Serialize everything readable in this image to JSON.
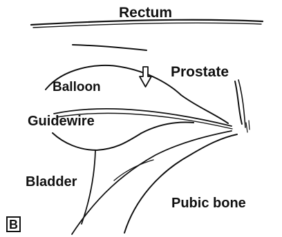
{
  "labels": {
    "rectum": "Rectum",
    "prostate": "Prostate",
    "balloon": "Balloon",
    "guidewire": "Guidewire",
    "bladder": "Bladder",
    "pubic_bone": "Pubic bone",
    "panel": "B"
  },
  "icons": {
    "arrow": "hollow-down-arrow-icon"
  },
  "colors": {
    "ink": "#111111",
    "background": "#ffffff"
  }
}
